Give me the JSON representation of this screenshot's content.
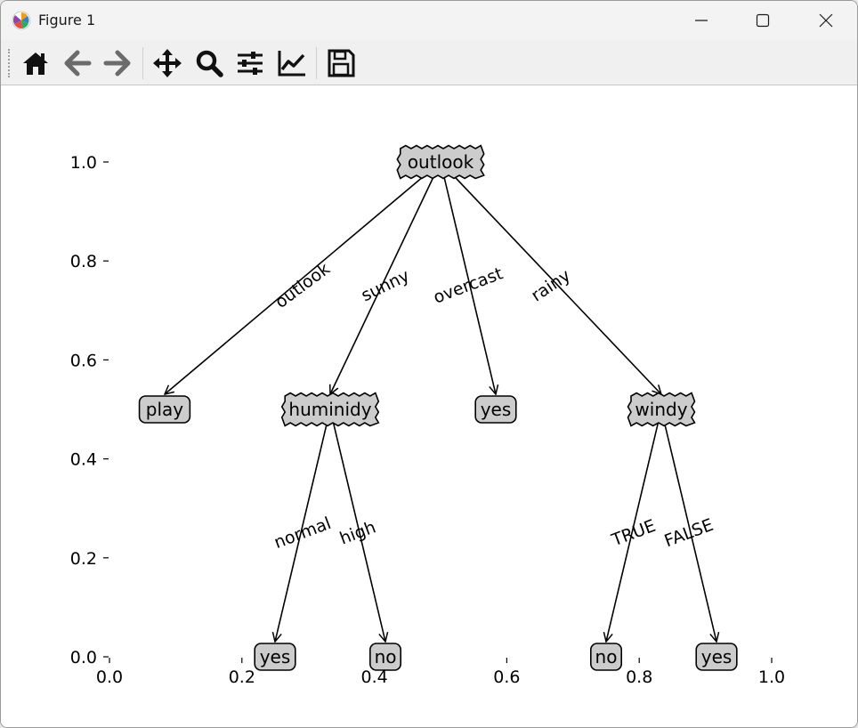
{
  "window": {
    "title": "Figure 1",
    "controls": {
      "minimize": "minimize",
      "maximize": "maximize",
      "close": "close"
    }
  },
  "toolbar": {
    "tools": [
      {
        "name": "home",
        "icon": "home-icon"
      },
      {
        "name": "back",
        "icon": "arrow-left-icon"
      },
      {
        "name": "forward",
        "icon": "arrow-right-icon"
      },
      {
        "name": "pan",
        "icon": "move-icon"
      },
      {
        "name": "zoom",
        "icon": "magnifier-icon"
      },
      {
        "name": "configure-subplots",
        "icon": "sliders-icon"
      },
      {
        "name": "edit-axis",
        "icon": "chart-line-icon"
      },
      {
        "name": "save",
        "icon": "floppy-disk-icon"
      }
    ]
  },
  "chart_data": {
    "type": "diagram",
    "xlim": [
      0.0,
      1.0
    ],
    "ylim": [
      0.0,
      1.0
    ],
    "x_ticks": [
      "0.0",
      "0.2",
      "0.4",
      "0.6",
      "0.8",
      "1.0"
    ],
    "y_ticks": [
      "0.0",
      "0.2",
      "0.4",
      "0.6",
      "0.8",
      "1.0"
    ],
    "grid": false,
    "nodes": [
      {
        "id": "outlook",
        "label": "outlook",
        "x": 0.5,
        "y": 1.0,
        "kind": "decision"
      },
      {
        "id": "play",
        "label": "play",
        "x": 0.0833,
        "y": 0.5,
        "kind": "leaf"
      },
      {
        "id": "huminidy",
        "label": "huminidy",
        "x": 0.3333,
        "y": 0.5,
        "kind": "decision"
      },
      {
        "id": "yes1",
        "label": "yes",
        "x": 0.5833,
        "y": 0.5,
        "kind": "leaf"
      },
      {
        "id": "windy",
        "label": "windy",
        "x": 0.8333,
        "y": 0.5,
        "kind": "decision"
      },
      {
        "id": "yes2",
        "label": "yes",
        "x": 0.25,
        "y": 0.0,
        "kind": "leaf"
      },
      {
        "id": "no1",
        "label": "no",
        "x": 0.4167,
        "y": 0.0,
        "kind": "leaf"
      },
      {
        "id": "no2",
        "label": "no",
        "x": 0.75,
        "y": 0.0,
        "kind": "leaf"
      },
      {
        "id": "yes3",
        "label": "yes",
        "x": 0.9167,
        "y": 0.0,
        "kind": "leaf"
      }
    ],
    "edges": [
      {
        "from": "outlook",
        "to": "play",
        "label": "outlook"
      },
      {
        "from": "outlook",
        "to": "huminidy",
        "label": "sunny"
      },
      {
        "from": "outlook",
        "to": "yes1",
        "label": "overcast"
      },
      {
        "from": "outlook",
        "to": "windy",
        "label": "rainy"
      },
      {
        "from": "huminidy",
        "to": "yes2",
        "label": "normal"
      },
      {
        "from": "huminidy",
        "to": "no1",
        "label": "high"
      },
      {
        "from": "windy",
        "to": "no2",
        "label": "TRUE"
      },
      {
        "from": "windy",
        "to": "yes3",
        "label": "FALSE"
      }
    ]
  }
}
